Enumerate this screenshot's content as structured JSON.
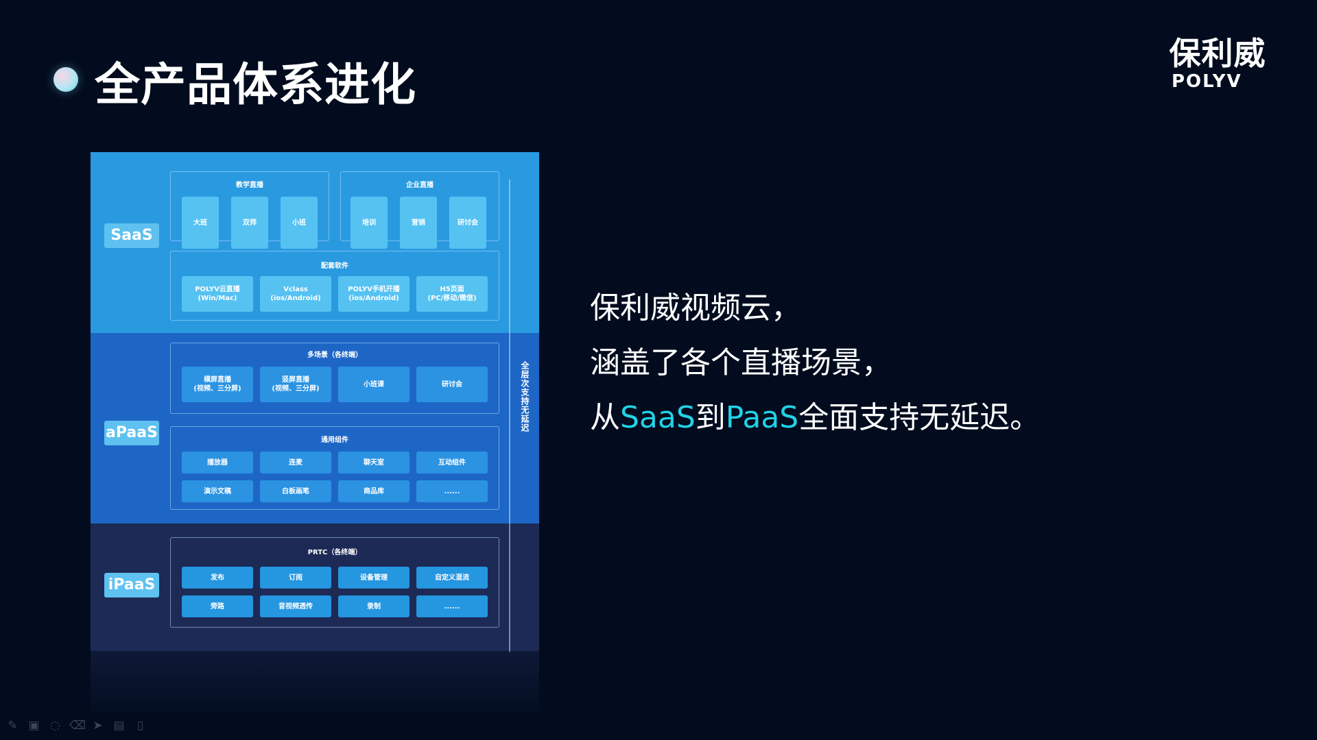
{
  "title": "全产品体系进化",
  "logo": {
    "cn": "保利威",
    "en": "POLYV"
  },
  "diagram": {
    "side_label": "全层次支持无延迟",
    "saas": {
      "badge": "SaaS",
      "edu": {
        "title": "教学直播",
        "items": [
          "大班",
          "双师",
          "小班"
        ]
      },
      "ent": {
        "title": "企业直播",
        "items": [
          "培训",
          "营销",
          "研讨会"
        ]
      },
      "software": {
        "title": "配套软件",
        "items": [
          {
            "l1": "POLYV云直播",
            "l2": "(Win/Mac)"
          },
          {
            "l1": "Vclass",
            "l2": "(ios/Android)"
          },
          {
            "l1": "POLYV手机开播",
            "l2": "(ios/Android)"
          },
          {
            "l1": "H5页面",
            "l2": "(PC/移动/微信)"
          }
        ]
      }
    },
    "apaas": {
      "badge": "aPaaS",
      "scenes": {
        "title": "多场景（各终端）",
        "items": [
          {
            "l1": "横屏直播",
            "l2": "(视频、三分屏)"
          },
          {
            "l1": "竖屏直播",
            "l2": "(视频、三分屏)"
          },
          {
            "l1": "小班课",
            "l2": ""
          },
          {
            "l1": "研讨会",
            "l2": ""
          }
        ]
      },
      "components": {
        "title": "通用组件",
        "row1": [
          "播放器",
          "连麦",
          "聊天室",
          "互动组件"
        ],
        "row2": [
          "演示文稿",
          "白板画笔",
          "商品库",
          "......"
        ]
      }
    },
    "ipaas": {
      "badge": "iPaaS",
      "prtc": {
        "title": "PRTC（各终端）",
        "row1": [
          "发布",
          "订阅",
          "设备管理",
          "自定义混流"
        ],
        "row2": [
          "旁路",
          "音视频透传",
          "录制",
          "......"
        ]
      }
    }
  },
  "description": {
    "line1": "保利威视频云，",
    "line2": "涵盖了各个直播场景，",
    "line3_pre": "从",
    "line3_hl1": "SaaS",
    "line3_mid": "到",
    "line3_hl2": "PaaS",
    "line3_post": "全面支持无延迟。"
  },
  "toolbar": [
    {
      "name": "pen-icon",
      "glyph": "✎"
    },
    {
      "name": "screen-icon",
      "glyph": "▣"
    },
    {
      "name": "lasso-icon",
      "glyph": "◌"
    },
    {
      "name": "eraser-icon",
      "glyph": "⌫"
    },
    {
      "name": "pointer-icon",
      "glyph": "➤"
    },
    {
      "name": "camera-icon",
      "glyph": "▤"
    },
    {
      "name": "mic-icon",
      "glyph": "▯"
    }
  ],
  "colors": {
    "background": "#020c1e",
    "highlight": "#22d2e6",
    "saas": "#2a9ae0",
    "apaas": "#1e66c6",
    "ipaas": "#1c2a55"
  }
}
